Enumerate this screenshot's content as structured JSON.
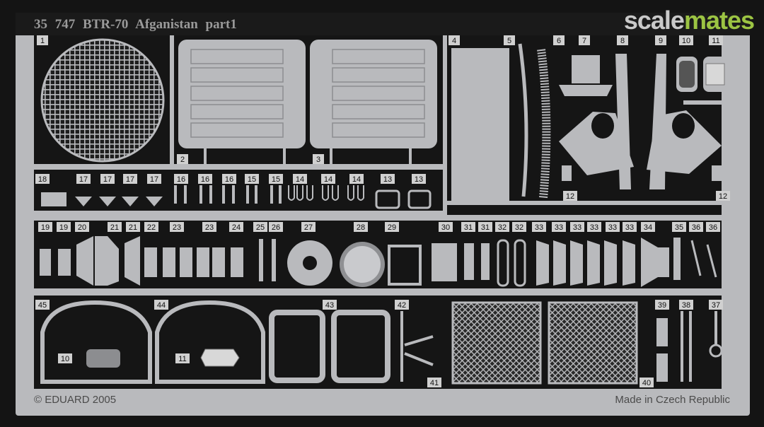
{
  "watermark": {
    "part1": "scale",
    "part2": "mates"
  },
  "sheet": {
    "title": "35 747  BTR-70 Afganistan   part1",
    "copyright": "© EDUARD 2005",
    "origin": "Made in Czech Republic"
  },
  "colors": {
    "fret": "#b9babd",
    "background": "#141414",
    "accent": "#9cc443"
  },
  "labels": {
    "p1": "1",
    "p2": "2",
    "p3": "3",
    "p4": "4",
    "p5": "5",
    "p6": "6",
    "p7": "7",
    "p8": "8",
    "p9": "9",
    "p10": "10",
    "p11": "11",
    "p12a": "12",
    "p12b": "12",
    "p13a": "13",
    "p13b": "13",
    "p14a": "14",
    "p14b": "14",
    "p14c": "14",
    "p15a": "15",
    "p15b": "15",
    "p16a": "16",
    "p16b": "16",
    "p16c": "16",
    "p17a": "17",
    "p17b": "17",
    "p17c": "17",
    "p17d": "17",
    "p18": "18",
    "p19a": "19",
    "p19b": "19",
    "p20": "20",
    "p21a": "21",
    "p21b": "21",
    "p22": "22",
    "p23a": "23",
    "p23b": "23",
    "p24": "24",
    "p25": "25",
    "p26": "26",
    "p27": "27",
    "p28": "28",
    "p29": "29",
    "p30": "30",
    "p31a": "31",
    "p31b": "31",
    "p32a": "32",
    "p32b": "32",
    "p33a": "33",
    "p33b": "33",
    "p33c": "33",
    "p33d": "33",
    "p33e": "33",
    "p33f": "33",
    "p34": "34",
    "p35": "35",
    "p36a": "36",
    "p36b": "36",
    "p37": "37",
    "p38": "38",
    "p39": "39",
    "p40": "40",
    "p41": "41",
    "p42": "42",
    "p43": "43",
    "p44": "44",
    "p45": "45",
    "p10b": "10",
    "p11b": "11"
  }
}
